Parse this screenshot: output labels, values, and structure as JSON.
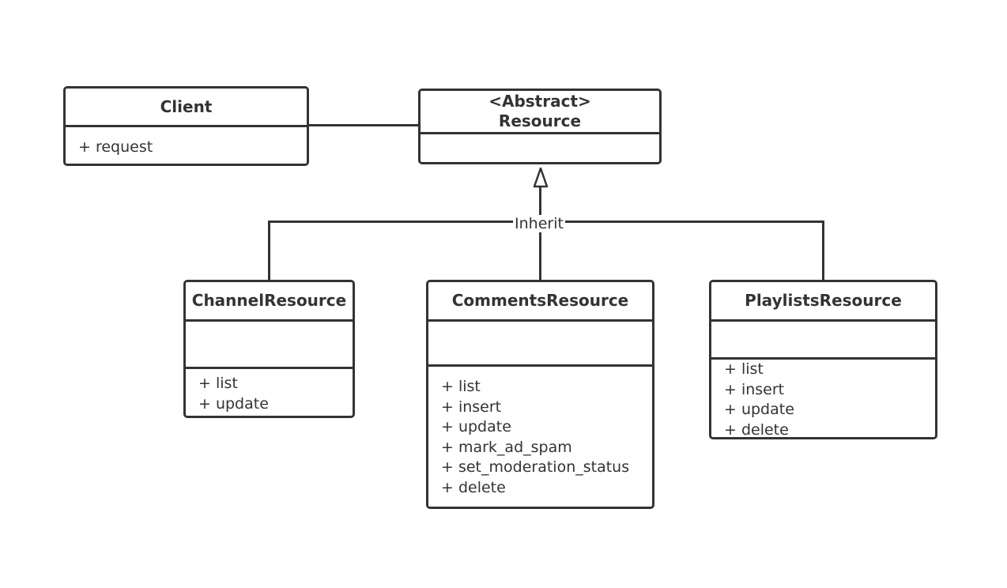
{
  "diagram": {
    "colors": {
      "stroke": "#333333",
      "background": "#ffffff",
      "text": "#333333"
    },
    "classes": {
      "client": {
        "name": "Client",
        "operations": [
          "+ request"
        ]
      },
      "resource": {
        "stereotype": "<Abstract>",
        "name": "Resource",
        "operations": []
      },
      "channel": {
        "name": "ChannelResource",
        "operations": [
          "+ list",
          "+ update"
        ]
      },
      "comments": {
        "name": "CommentsResource",
        "operations": [
          "+ list",
          "+ insert",
          "+ update",
          "+ mark_ad_spam",
          "+ set_moderation_status",
          "+ delete"
        ]
      },
      "playlists": {
        "name": "PlaylistsResource",
        "operations": [
          "+ list",
          "+ insert",
          "+ update",
          "+ delete"
        ]
      }
    },
    "relations": {
      "association": {
        "from": "Client",
        "to": "Resource"
      },
      "inheritance": {
        "label": "Inherit",
        "parent": "Resource",
        "children": [
          "ChannelResource",
          "CommentsResource",
          "PlaylistsResource"
        ]
      }
    }
  }
}
